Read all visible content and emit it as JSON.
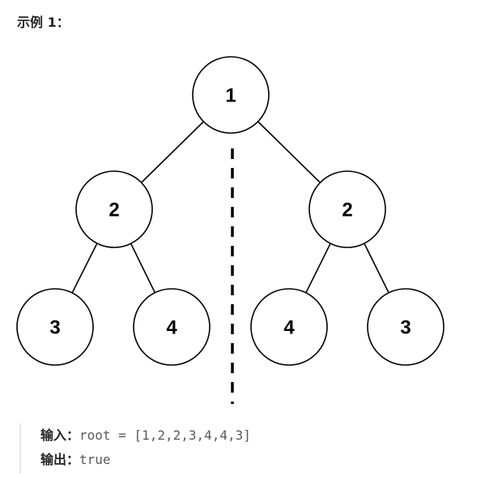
{
  "heading": "示例 1：",
  "tree": {
    "nodes": [
      {
        "id": "n1",
        "value": "1",
        "depth": 0,
        "position": "root"
      },
      {
        "id": "n2",
        "value": "2",
        "depth": 1,
        "position": "left"
      },
      {
        "id": "n3",
        "value": "2",
        "depth": 1,
        "position": "right"
      },
      {
        "id": "n4",
        "value": "3",
        "depth": 2,
        "position": "left-left"
      },
      {
        "id": "n5",
        "value": "4",
        "depth": 2,
        "position": "left-right"
      },
      {
        "id": "n6",
        "value": "4",
        "depth": 2,
        "position": "right-left"
      },
      {
        "id": "n7",
        "value": "3",
        "depth": 2,
        "position": "right-right"
      }
    ],
    "edges": [
      [
        "n1",
        "n2"
      ],
      [
        "n1",
        "n3"
      ],
      [
        "n2",
        "n4"
      ],
      [
        "n2",
        "n5"
      ],
      [
        "n3",
        "n6"
      ],
      [
        "n3",
        "n7"
      ]
    ],
    "symmetry_axis": "dashed-vertical",
    "colors": {
      "node_fill": "#ffffff",
      "node_stroke": "#000000",
      "edge": "#000000",
      "axis": "#000000"
    }
  },
  "example": {
    "input_label": "输入：",
    "input_value": "root = [1,2,2,3,4,4,3]",
    "output_label": "输出：",
    "output_value": "true"
  }
}
